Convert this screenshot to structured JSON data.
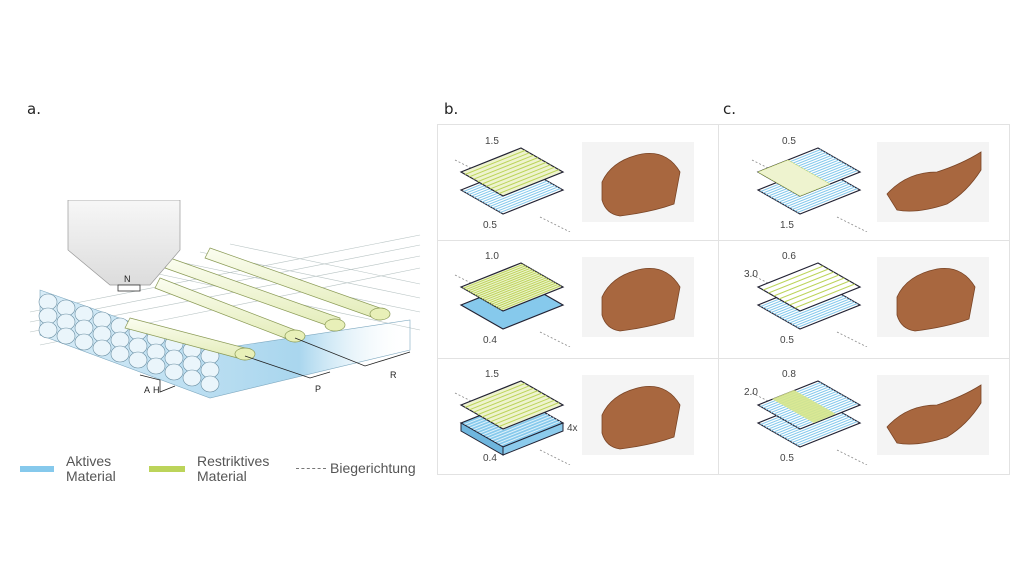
{
  "panels": {
    "a": {
      "label": "a."
    },
    "b": {
      "label": "b."
    },
    "c": {
      "label": "c."
    }
  },
  "figure_a": {
    "nozzle_label": "N",
    "dimension_labels": {
      "a": "A",
      "h": "H",
      "p": "P",
      "r": "R"
    }
  },
  "legend": {
    "items": [
      {
        "line1": "Aktives",
        "line2": "Material",
        "color": "#86c9ec"
      },
      {
        "line1": "Restriktives",
        "line2": "Material",
        "color": "#bcd45a"
      },
      {
        "line1": "Biegerichtung",
        "line2": "",
        "color": "#777777"
      }
    ]
  },
  "grid": {
    "b": [
      {
        "top_value": "1.5",
        "bottom_value": "0.5",
        "extra": "",
        "photo": "brown half-tube sample, fine texture"
      },
      {
        "top_value": "1.0",
        "bottom_value": "0.4",
        "extra": "",
        "photo": "brown curved sample with diamond pattern"
      },
      {
        "top_value": "1.5",
        "bottom_value": "0.4",
        "extra": "4x",
        "photo": "brown curved sample with diamond pattern"
      }
    ],
    "c": [
      {
        "top_value": "0.5",
        "bottom_value": "1.5",
        "extra": "",
        "photo": "brown saddle-shaped sample with diamond pattern"
      },
      {
        "top_value": "0.6",
        "left_value": "3.0",
        "bottom_value": "0.5",
        "photo": "brown half-tube sample"
      },
      {
        "top_value": "0.8",
        "left_value": "2.0",
        "bottom_value": "0.5",
        "photo": "brown saddle-shaped sample with central band"
      }
    ]
  },
  "colors": {
    "active": "#86c9ec",
    "restrictive": "#bcd45a",
    "restrictive_light": "#eef3cf",
    "sample_brown": "#a8673f",
    "grid_border": "#e2e2e2"
  }
}
